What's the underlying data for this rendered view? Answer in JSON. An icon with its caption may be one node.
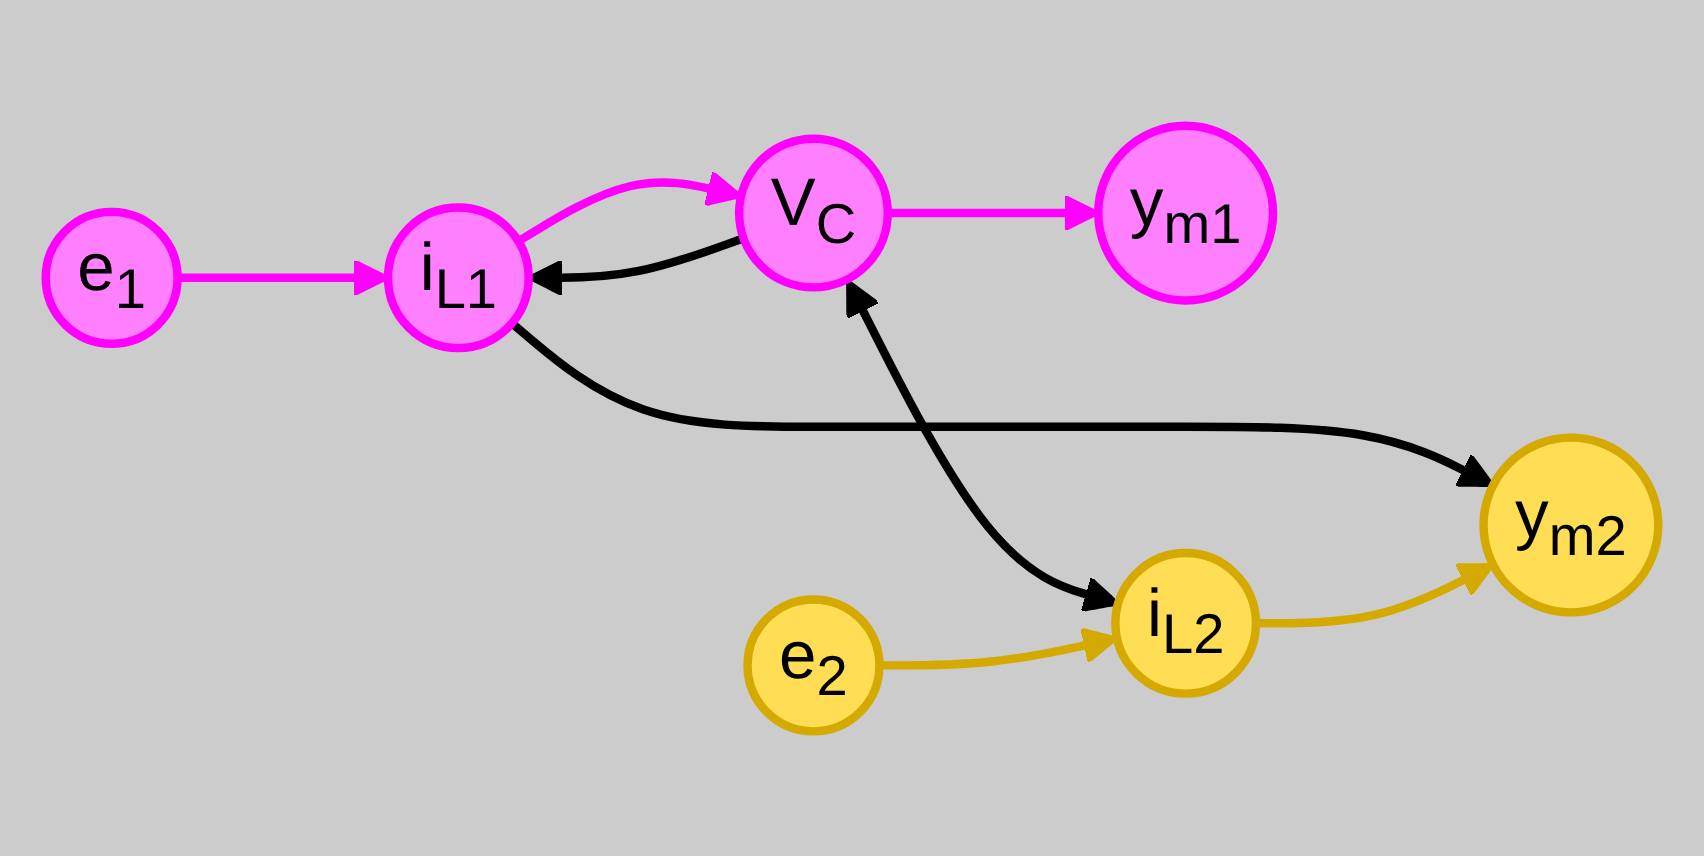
{
  "diagram": {
    "nodes": [
      {
        "text": [
          "y$_{m1}$"
        ]
      },
      {
        "text": [
          "e$_{1}$"
        ]
      },
      {
        "text": [
          "i$_{L1}$"
        ]
      },
      {
        "text": [
          "V$_{C}$"
        ]
      },
      {
        "text": [
          "i$_{L2}$"
        ]
      },
      {
        "text": [
          "e$_{2}$"
        ]
      },
      {
        "text": [
          "y$_{m2}$"
        ]
      }
    ],
    "edges": [
      {
        "from": 1,
        "to": 2,
        "arrow": "to",
        "color": "#ff00ff"
      },
      {
        "from": 2,
        "to": 3,
        "arrow": "to",
        "color": "#ff00ff"
      },
      {
        "from": 3,
        "to": 2,
        "arrow": "to",
        "color": "#000000"
      },
      {
        "from": 3,
        "to": 4,
        "arrow": "both",
        "color": "#000000"
      },
      {
        "from": 5,
        "to": 4,
        "arrow": "to",
        "color": "#d4aa00"
      },
      {
        "from": 3,
        "to": 0,
        "arrow": "to",
        "color": "#ff00ff"
      },
      {
        "from": 2,
        "to": 6,
        "arrow": "to",
        "color": "#000000"
      },
      {
        "from": 4,
        "to": 6,
        "arrow": "to",
        "color": "#d4aa00"
      }
    ]
  }
}
